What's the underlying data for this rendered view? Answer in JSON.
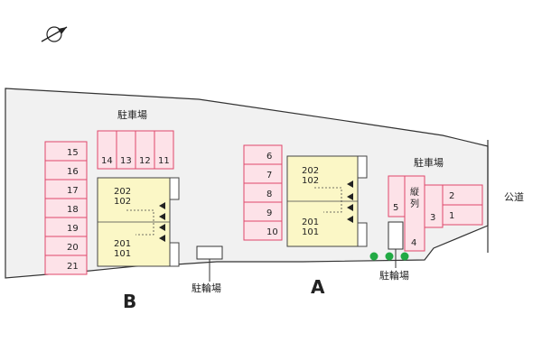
{
  "map": {
    "label_lot_b": "駐車場",
    "label_lot_a": "駐車場",
    "label_bike_b": "駐輪場",
    "label_bike_a": "駐輪場",
    "label_road": "公道",
    "label_building_a": "A",
    "label_building_b": "B",
    "label_tandem": "縦\n列",
    "building_b_units": {
      "upper": "202\n102",
      "lower": "201\n101"
    },
    "building_a_units": {
      "upper": "202\n102",
      "lower": "201\n101"
    },
    "slots_b_top": [
      "14",
      "13",
      "12",
      "11"
    ],
    "slots_b_left": [
      "15",
      "16",
      "17",
      "18",
      "19",
      "20",
      "21"
    ],
    "slots_a_left": [
      "6",
      "7",
      "8",
      "9",
      "10"
    ],
    "slots_a_right": [
      "5",
      "4",
      "3",
      "2",
      "1"
    ],
    "colors": {
      "slot_fill": "#fde2e8",
      "slot_stroke": "#e0476a",
      "building_fill": "#fbf7c6",
      "site_fill": "#f1f1f1",
      "tree": "#22aa44"
    },
    "icons": [
      "north-arrow-icon",
      "tree-icon",
      "unit-entrance-arrow-icon"
    ]
  }
}
